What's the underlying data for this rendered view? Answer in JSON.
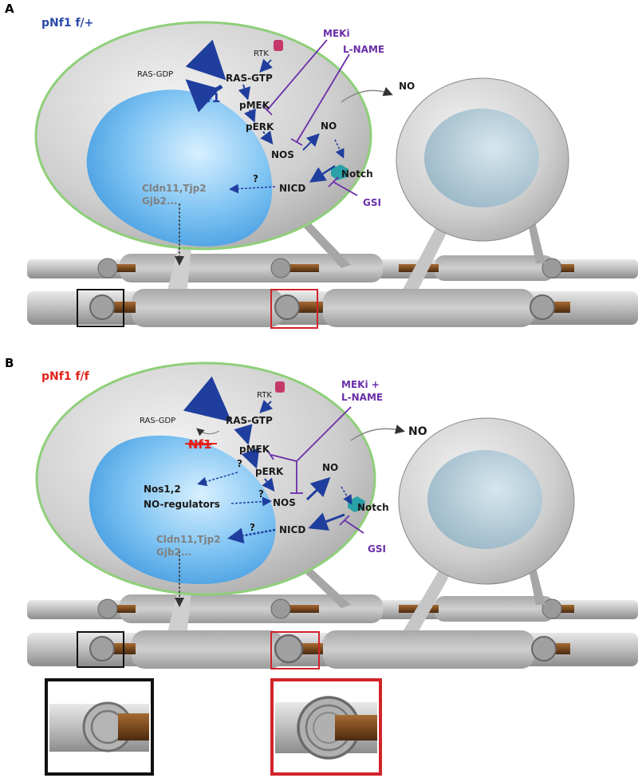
{
  "panel_a": {
    "letter": "A",
    "title": "pNf1 f/+",
    "labels": {
      "rtk": "RTK",
      "ras_gdp": "RAS-GDP",
      "ras_gtp": "RAS-GTP",
      "nf1": "Nf1",
      "pmek": "pMEK",
      "perk": "pERK",
      "nos": "NOS",
      "no_inner": "NO",
      "no_outer": "NO",
      "notch": "Notch",
      "nicd": "NICD",
      "question": "?",
      "genes_line1": "Cldn11,Tjp2",
      "genes_line2": "Gjb2...",
      "meki": "MEKi",
      "lname": "L-NAME",
      "gsi": "GSI"
    }
  },
  "panel_b": {
    "letter": "B",
    "title": "pNf1 f/f",
    "labels": {
      "rtk": "RTK",
      "ras_gdp": "RAS-GDP",
      "ras_gtp": "RAS-GTP",
      "nf1": "Nf1",
      "pmek": "pMEK",
      "perk": "pERK",
      "nos": "NOS",
      "no_inner": "NO",
      "no_outer": "NO",
      "notch": "Notch",
      "nicd": "NICD",
      "q1": "?",
      "q2": "?",
      "q3": "?",
      "nos12": "Nos1,2",
      "no_regulators": "NO-regulators",
      "genes_line1": "Cldn11,Tjp2",
      "genes_line2": "Gjb2...",
      "meki_line1": "MEKi +",
      "meki_line2": "L-NAME",
      "gsi": "GSI"
    }
  },
  "colors": {
    "control_title": "#2a4aa8",
    "mutant_title": "#e2231a",
    "inhibitor": "#6a2ea8",
    "signaling_arrow": "#1f3e9e",
    "cell_membrane": "#8fcf7a",
    "nucleus": "#5aaee8",
    "axon": "#7a4a1e",
    "inset_box_control": "#111111",
    "inset_box_mutant": "#d2232a"
  }
}
